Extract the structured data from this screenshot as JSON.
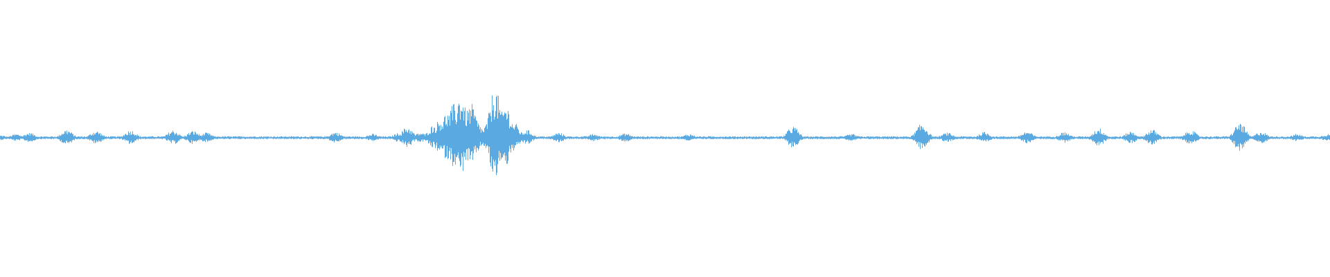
{
  "waveform": {
    "color": "#5aa9e0",
    "background": "#ffffff",
    "baseline_color": "#5aa9e0",
    "bursts": [
      {
        "t": 0.0,
        "amp": 0.02
      },
      {
        "t": 0.012,
        "amp": 0.03
      },
      {
        "t": 0.022,
        "amp": 0.04
      },
      {
        "t": 0.05,
        "amp": 0.065
      },
      {
        "t": 0.072,
        "amp": 0.055
      },
      {
        "t": 0.098,
        "amp": 0.06
      },
      {
        "t": 0.13,
        "amp": 0.06
      },
      {
        "t": 0.145,
        "amp": 0.055
      },
      {
        "t": 0.155,
        "amp": 0.04
      },
      {
        "t": 0.252,
        "amp": 0.045
      },
      {
        "t": 0.28,
        "amp": 0.03
      },
      {
        "t": 0.3,
        "amp": 0.04
      },
      {
        "t": 0.306,
        "amp": 0.085
      },
      {
        "t": 0.316,
        "amp": 0.04
      },
      {
        "t": 0.326,
        "amp": 0.1
      },
      {
        "t": 0.331,
        "amp": 0.15
      },
      {
        "t": 0.336,
        "amp": 0.2
      },
      {
        "t": 0.341,
        "amp": 0.26
      },
      {
        "t": 0.346,
        "amp": 0.34
      },
      {
        "t": 0.35,
        "amp": 0.22
      },
      {
        "t": 0.354,
        "amp": 0.26
      },
      {
        "t": 0.358,
        "amp": 0.13
      },
      {
        "t": 0.364,
        "amp": 0.07
      },
      {
        "t": 0.368,
        "amp": 0.14
      },
      {
        "t": 0.372,
        "amp": 0.39
      },
      {
        "t": 0.376,
        "amp": 0.18
      },
      {
        "t": 0.38,
        "amp": 0.26
      },
      {
        "t": 0.386,
        "amp": 0.12
      },
      {
        "t": 0.396,
        "amp": 0.06
      },
      {
        "t": 0.42,
        "amp": 0.04
      },
      {
        "t": 0.446,
        "amp": 0.03
      },
      {
        "t": 0.47,
        "amp": 0.035
      },
      {
        "t": 0.518,
        "amp": 0.03
      },
      {
        "t": 0.596,
        "amp": 0.09
      },
      {
        "t": 0.64,
        "amp": 0.03
      },
      {
        "t": 0.693,
        "amp": 0.11
      },
      {
        "t": 0.712,
        "amp": 0.04
      },
      {
        "t": 0.74,
        "amp": 0.045
      },
      {
        "t": 0.772,
        "amp": 0.05
      },
      {
        "t": 0.8,
        "amp": 0.045
      },
      {
        "t": 0.826,
        "amp": 0.075
      },
      {
        "t": 0.85,
        "amp": 0.05
      },
      {
        "t": 0.866,
        "amp": 0.065
      },
      {
        "t": 0.895,
        "amp": 0.06
      },
      {
        "t": 0.932,
        "amp": 0.12
      },
      {
        "t": 0.948,
        "amp": 0.05
      },
      {
        "t": 0.975,
        "amp": 0.03
      },
      {
        "t": 0.998,
        "amp": 0.03
      }
    ]
  }
}
